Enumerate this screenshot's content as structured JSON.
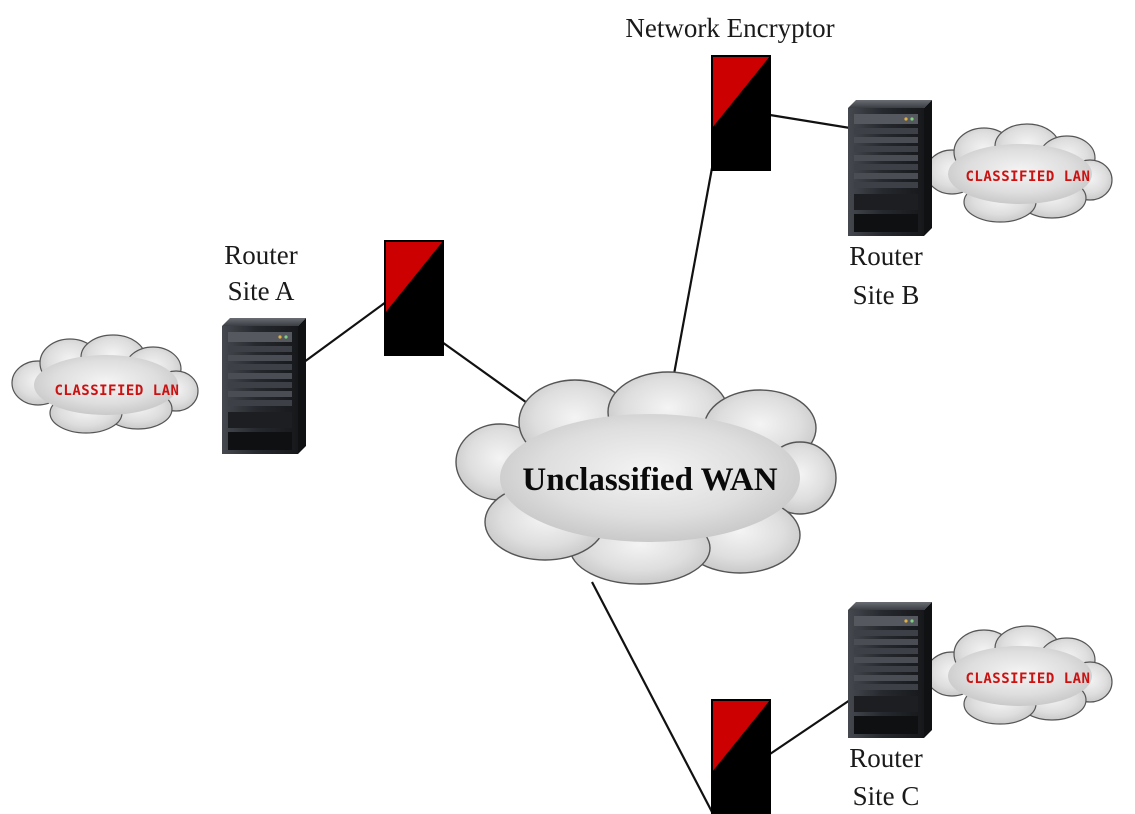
{
  "encryptor_label": "Network Encryptor",
  "wan": {
    "label": "Unclassified WAN"
  },
  "sites": {
    "a": {
      "router_line1": "Router",
      "router_line2": "Site A",
      "lan_label": "CLASSIFIED LAN"
    },
    "b": {
      "router_line1": "Router",
      "router_line2": "Site B",
      "lan_label": "CLASSIFIED LAN"
    },
    "c": {
      "router_line1": "Router",
      "router_line2": "Site C",
      "lan_label": "CLASSIFIED LAN"
    }
  },
  "colors": {
    "encryptor_red": "#cc0000",
    "encryptor_black": "#000000",
    "lan_text": "#cc1111",
    "cloud_fill": "#e2e2e2",
    "router_body": "#2a2d33"
  },
  "icons": [
    "cloud-icon",
    "router-icon",
    "encryptor-icon"
  ]
}
